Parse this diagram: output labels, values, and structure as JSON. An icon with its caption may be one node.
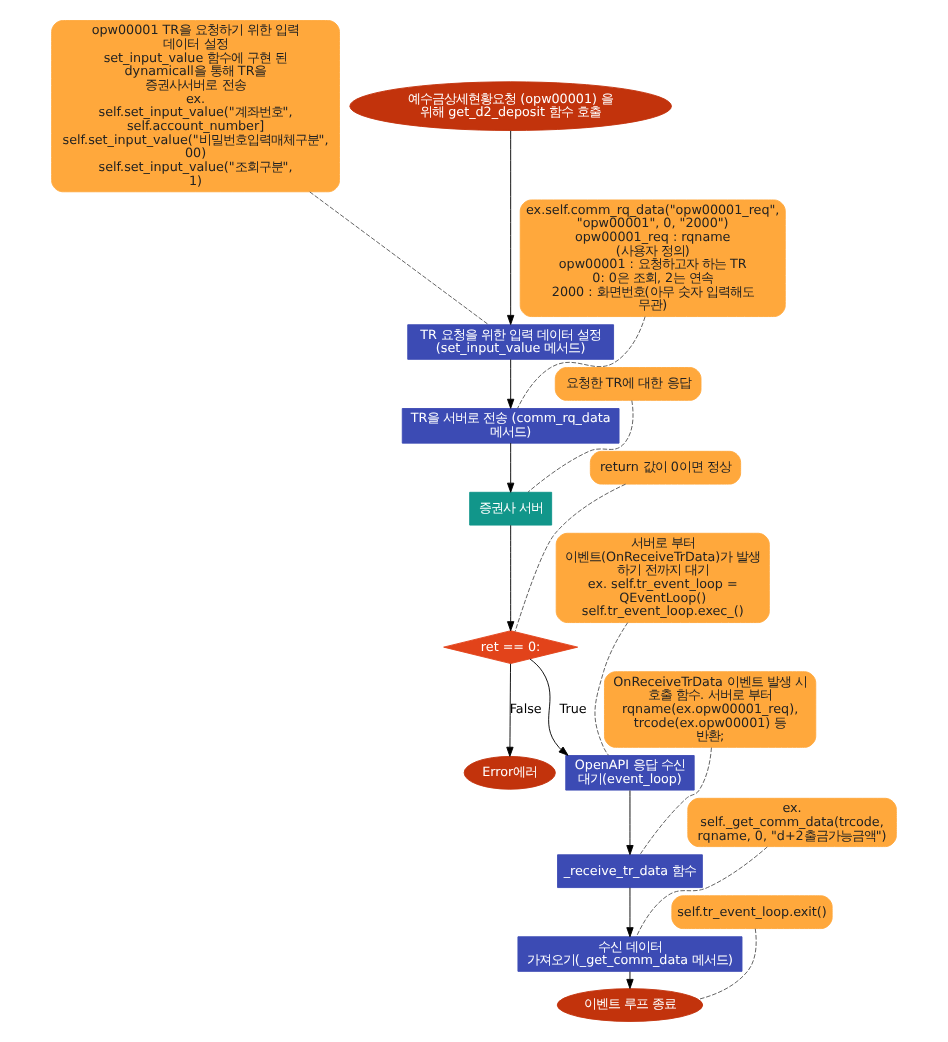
{
  "diagram": {
    "nodes": [
      {
        "text": [
          "opw00001 TR을 요청하기 위한 입력 데이터 설정",
          "set_input_value 함수에 구현 된 dynamicall을 통해 TR을 증권사서버로 전송",
          "ex.",
          "self.set_input_value(\"계좌번호\", self.account_number]",
          "self.set_input_value(\"비밀번호입력매체구분\", 00)",
          "self.set_input_value(\"조회구분\", 1)"
        ]
      },
      {
        "text": [
          "예수금상세현황요청 (opw00001) 을 위해 get_d2_deposit 함수 호출"
        ]
      },
      {
        "text": [
          "ex.self.comm_rq_data(\"opw00001_req\", \"opw00001\", 0, \"2000\")",
          "opw00001_req : rqname (사용자 정의)",
          "opw00001 : 요청하고자 하는 TR",
          "0: 0은 조회, 2는 연속",
          "2000 : 화면번호(아무 숫자 입력해도 무관)"
        ]
      },
      {
        "text": [
          "TR 요청을 위한 입력 데이터 설정 (set_input_value 메서드)"
        ]
      },
      {
        "text": [
          "TR을 서버로 전송 (comm_rq_data 메서드)"
        ]
      },
      {
        "text": [
          "요청한 TR에 대한 응답"
        ]
      },
      {
        "text": [
          "증권사 서버"
        ]
      },
      {
        "text": [
          "return 값이 0이면 정상"
        ]
      },
      {
        "text": [
          "ret == 0:"
        ]
      },
      {
        "text": [
          "서버로 부터 이벤트(OnReceiveTrData)가 발생 하기 전까지 대기",
          "ex. self.tr_event_loop = QEventLoop()",
          "self.tr_event_loop.exec_()"
        ]
      },
      {
        "text": [
          "OpenAPI 응답 수신 대기(event_loop)"
        ]
      },
      {
        "text": [
          "Error에러"
        ]
      },
      {
        "text": [
          "OnReceiveTrData 이벤트 발생 시 호출 함수. 서버로 부터 rqname(ex.opw00001_req), trcode(ex.opw00001) 등 반환;"
        ]
      },
      {
        "text": [
          "_receive_tr_data 함수"
        ]
      },
      {
        "text": [
          "ex.",
          "self._get_comm_data(trcode, rqname, 0, \"d+2출금가능금액\")"
        ]
      },
      {
        "text": [
          "수신 데이터 가져오기(_get_comm_data 메서드)"
        ]
      },
      {
        "text": [
          "self.tr_event_loop.exit()"
        ]
      },
      {
        "text": [
          "이벤트 루프 종료"
        ]
      }
    ],
    "edges": [
      {
        "from": 1,
        "to": 3,
        "arrow": "to"
      },
      {
        "from": 0,
        "to": 3,
        "arrow": "none",
        "style": "dashed"
      },
      {
        "from": 3,
        "to": 4,
        "arrow": "to"
      },
      {
        "from": 2,
        "to": 4,
        "arrow": "none",
        "style": "dashed"
      },
      {
        "from": 4,
        "to": 6,
        "arrow": "to"
      },
      {
        "from": 5,
        "to": 6,
        "arrow": "none",
        "style": "dashed"
      },
      {
        "from": 6,
        "to": 8,
        "arrow": "to"
      },
      {
        "from": 7,
        "to": 8,
        "arrow": "none",
        "style": "dashed"
      },
      {
        "from": 8,
        "to": 10,
        "arrow": "to",
        "label": "True"
      },
      {
        "from": 8,
        "to": 11,
        "arrow": "to",
        "label": "False"
      },
      {
        "from": 9,
        "to": 10,
        "arrow": "none",
        "style": "dashed"
      },
      {
        "from": 10,
        "to": 13,
        "arrow": "to"
      },
      {
        "from": 12,
        "to": 13,
        "arrow": "none",
        "style": "dashed"
      },
      {
        "from": 13,
        "to": 15,
        "arrow": "to"
      },
      {
        "from": 14,
        "to": 15,
        "arrow": "none",
        "style": "dashed"
      },
      {
        "from": 15,
        "to": 17,
        "arrow": "to"
      },
      {
        "from": 16,
        "to": 17,
        "arrow": "none",
        "style": "dashed"
      }
    ]
  }
}
